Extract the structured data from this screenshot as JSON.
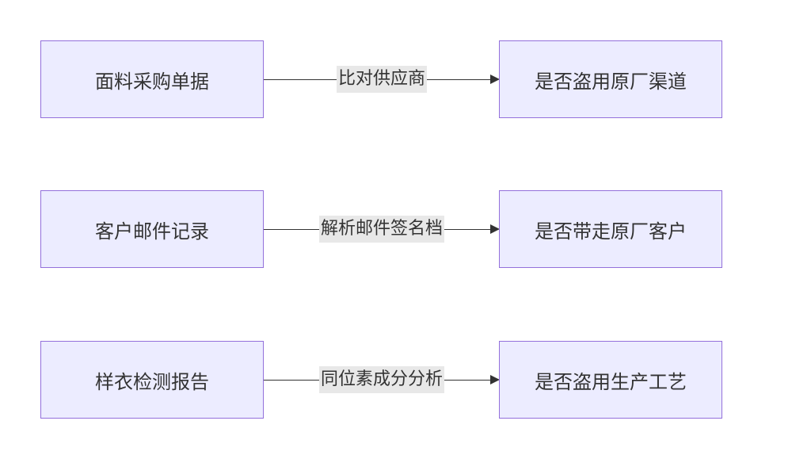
{
  "rows": [
    {
      "source": "面料采购单据",
      "label": "比对供应商",
      "target": "是否盗用原厂渠道"
    },
    {
      "source": "客户邮件记录",
      "label": "解析邮件签名档",
      "target": "是否带走原厂客户"
    },
    {
      "source": "样衣检测报告",
      "label": "同位素成分分析",
      "target": "是否盗用生产工艺"
    }
  ],
  "colors": {
    "node_fill": "#ececff",
    "node_border": "#9370db",
    "edge": "#333333",
    "label_bg": "#e8e8e8",
    "text": "#333333"
  }
}
